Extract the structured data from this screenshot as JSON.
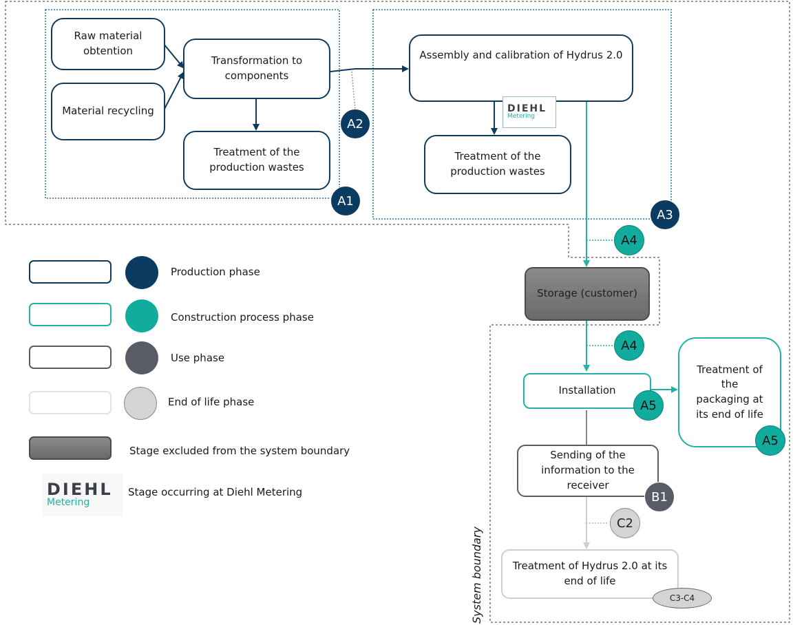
{
  "nodes": {
    "raw_material": "Raw material obtention",
    "material_recycling": "Material recycling",
    "transformation": "Transformation to components",
    "treatment_waste_1": "Treatment of the production wastes",
    "assembly": "Assembly and calibration of Hydrus 2.0",
    "treatment_waste_2": "Treatment of the production wastes",
    "storage": "Storage (customer)",
    "installation": "Installation",
    "packaging": "Treatment of the packaging at its end of life",
    "sending": "Sending of the information to the receiver",
    "eol_treatment": "Treatment of Hydrus 2.0 at its end of life"
  },
  "stages": {
    "A1": "A1",
    "A2": "A2",
    "A3": "A3",
    "A4_top": "A4",
    "A4_bottom": "A4",
    "A5_install": "A5",
    "A5_packaging": "A5",
    "B1": "B1",
    "C2": "C2",
    "C3_C4": "C3-C4"
  },
  "logo": {
    "brand": "DIEHL",
    "sub": "Metering"
  },
  "boundary_label": "System boundary",
  "legend": {
    "production": "Production phase",
    "construction": "Construction process phase",
    "use": "Use phase",
    "eol": "End of life phase",
    "excluded": "Stage excluded from the system boundary",
    "diehl": "Stage occurring at Diehl Metering"
  },
  "colors": {
    "production": "#0b3b60",
    "construction": "#12ac9f",
    "use": "#595c66",
    "eol": "#d4d4d4",
    "excluded": "#7a7a7a"
  }
}
